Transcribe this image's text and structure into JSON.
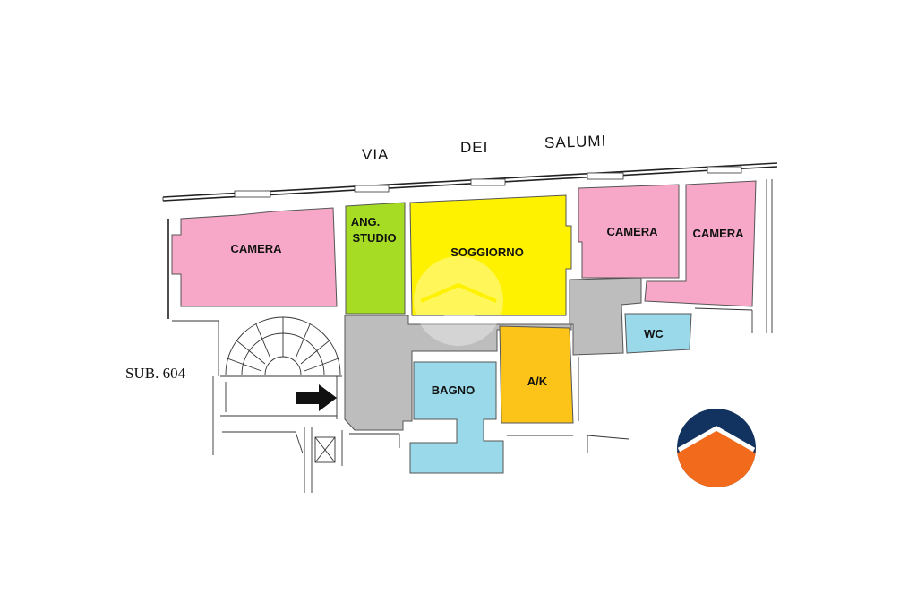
{
  "street": {
    "word1": "VIA",
    "word2": "DEI",
    "word3": "SALUMI"
  },
  "sub_label": "SUB. 604",
  "rooms": {
    "camera_left": "CAMERA",
    "ang": "ANG.",
    "studio": "STUDIO",
    "soggiorno": "SOGGIORNO",
    "camera_mid": "CAMERA",
    "camera_right": "CAMERA",
    "wc": "WC",
    "bagno": "BAGNO",
    "ak": "A/K"
  },
  "colors": {
    "camera": "#f7a8c8",
    "studio": "#a6dd24",
    "soggiorno": "#fff200",
    "bathroom": "#9ad9ea",
    "kitchen": "#fcc419",
    "corridor": "#bdbdbd",
    "logo_top": "#12325f",
    "logo_bottom": "#f26a1b"
  },
  "icons": {
    "entrance": "arrow-right-icon",
    "logo": "agency-logo-icon",
    "stair": "spiral-staircase-icon",
    "shaft": "shaft-cross-icon"
  }
}
